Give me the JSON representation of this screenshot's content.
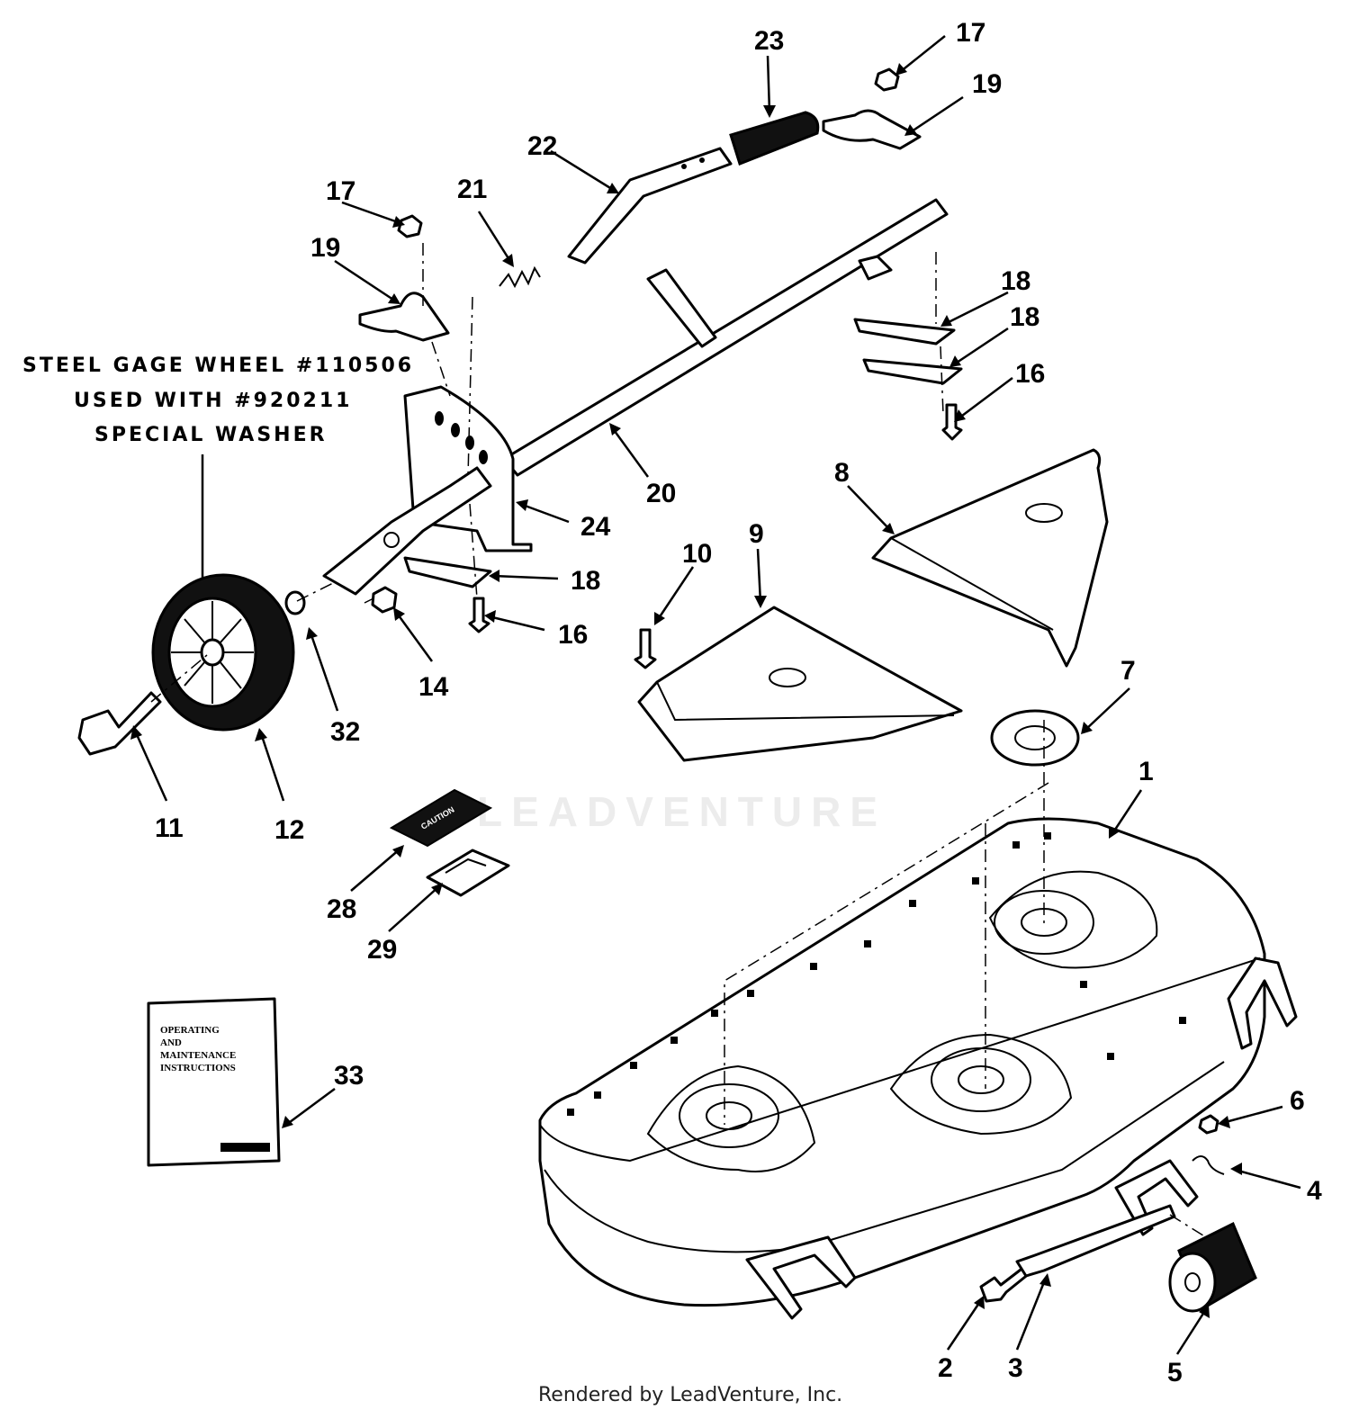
{
  "callouts": {
    "c1": "1",
    "c2": "2",
    "c3": "3",
    "c4": "4",
    "c5": "5",
    "c6": "6",
    "c7": "7",
    "c8": "8",
    "c9": "9",
    "c10": "10",
    "c11": "11",
    "c12": "12",
    "c14": "14",
    "c16a": "16",
    "c16b": "16",
    "c17a": "17",
    "c17b": "17",
    "c18a": "18",
    "c18b": "18",
    "c18c": "18",
    "c19a": "19",
    "c19b": "19",
    "c20": "20",
    "c21": "21",
    "c22": "22",
    "c23": "23",
    "c24": "24",
    "c28": "28",
    "c29": "29",
    "c32": "32",
    "c33": "33"
  },
  "note": {
    "line1": "STEEL GAGE WHEEL #110506",
    "line2": "USED WITH #920211",
    "line3": "SPECIAL WASHER"
  },
  "booklet": {
    "line1": "OPERATING",
    "line2": "AND",
    "line3": "MAINTENANCE",
    "line4": "INSTRUCTIONS"
  },
  "caution_decal": "CAUTION",
  "watermark": "LEADVENTURE",
  "footer": "Rendered by LeadVenture, Inc."
}
